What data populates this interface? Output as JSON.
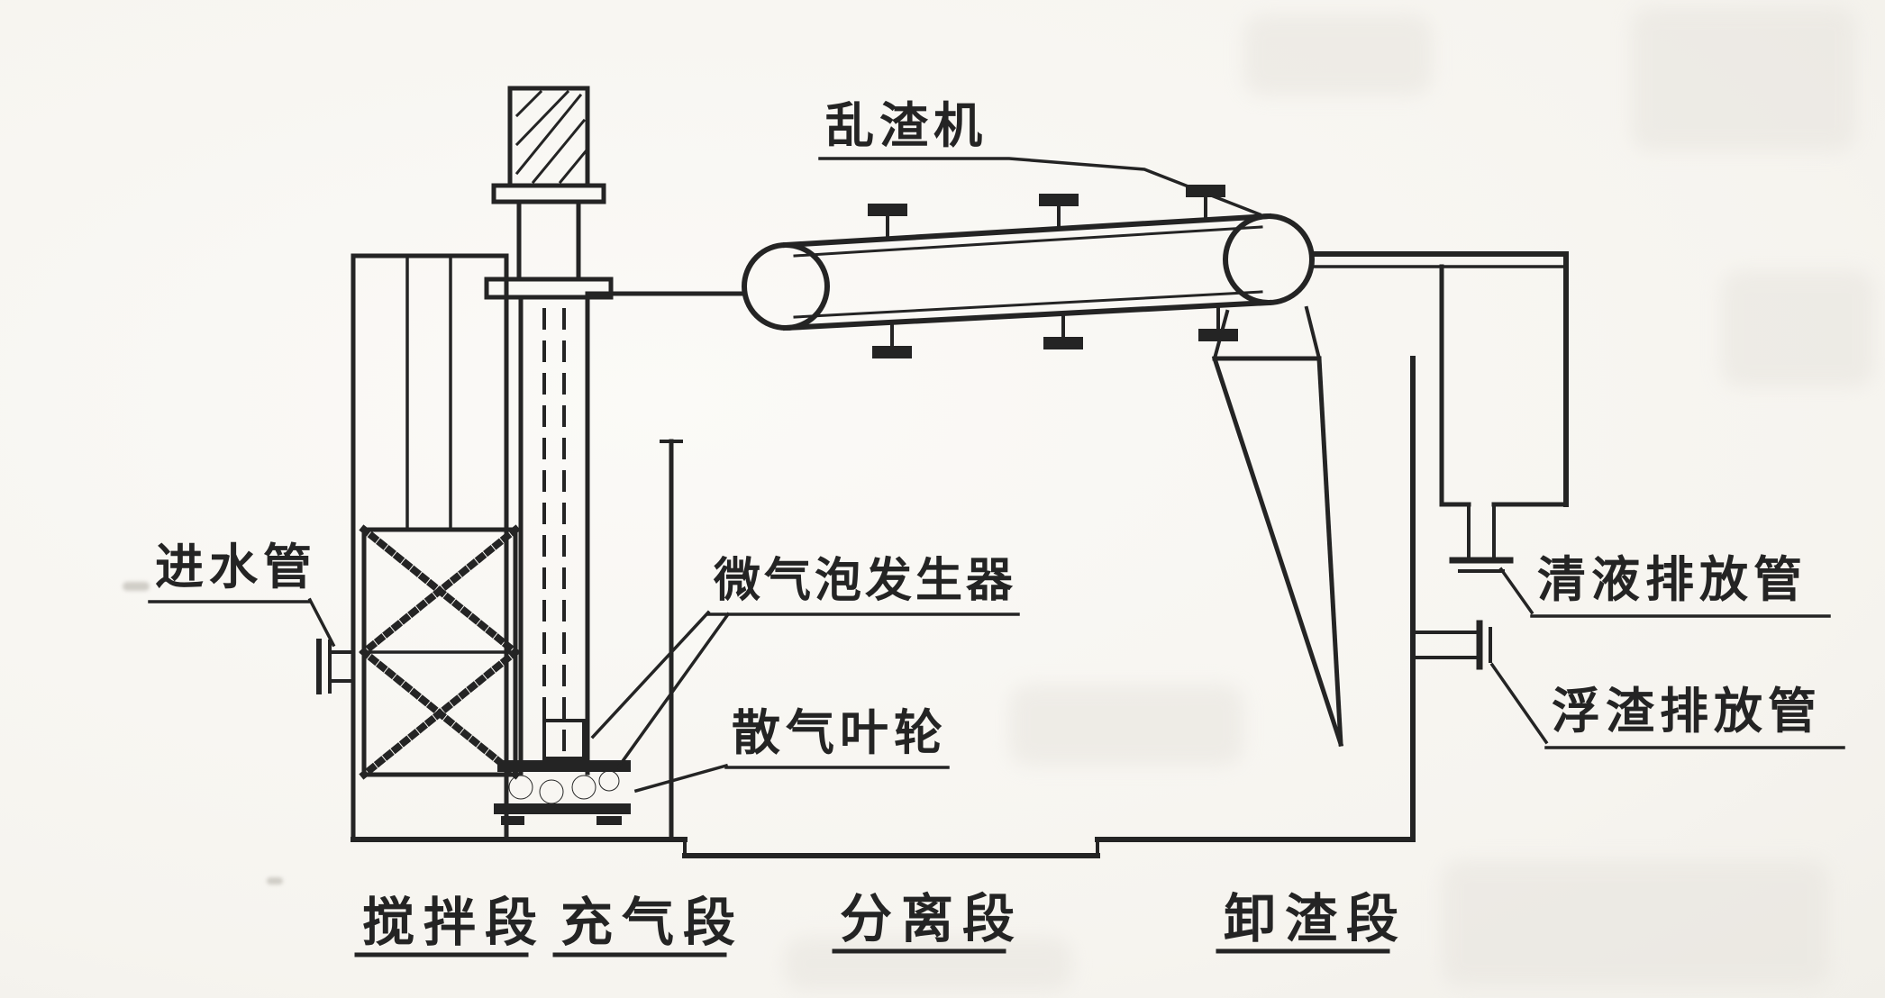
{
  "colors": {
    "ink": "#242424",
    "paper": "#f7f5f1"
  },
  "diagram": {
    "labels": {
      "scraper": "乱渣机",
      "inlet_pipe": "进水管",
      "microbubble_generator": "微气泡发生器",
      "air_impeller": "散气叶轮",
      "clear_liquid_pipe": "清液排放管",
      "scum_pipe": "浮渣排放管"
    },
    "sections": [
      {
        "label": "搅拌段"
      },
      {
        "label": "充气段"
      },
      {
        "label": "分离段"
      },
      {
        "label": "卸渣段"
      }
    ]
  }
}
